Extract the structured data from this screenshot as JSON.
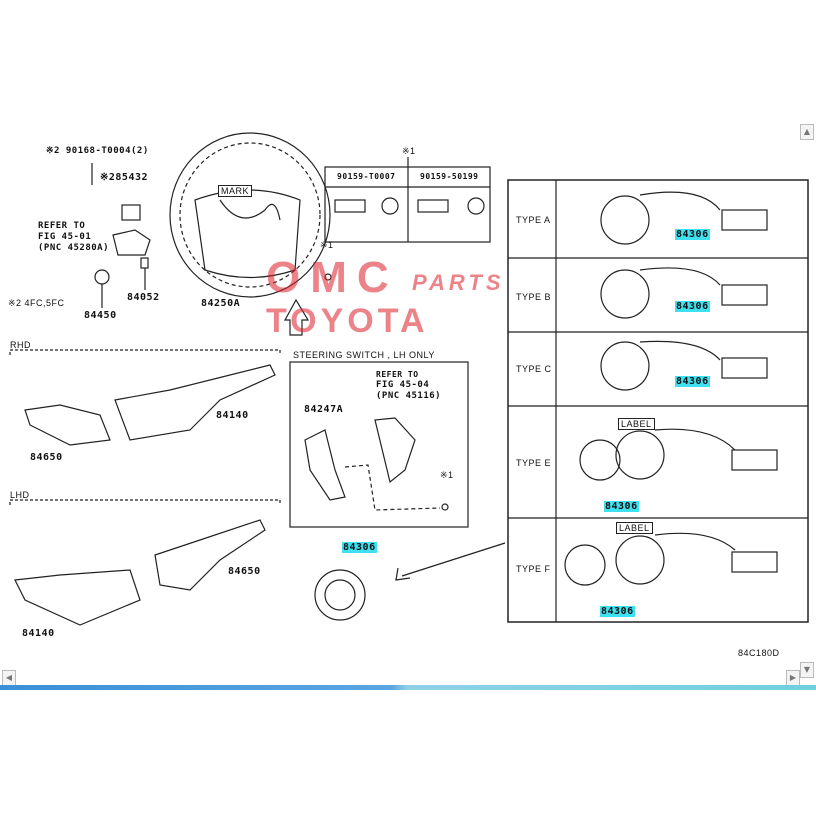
{
  "labels": {
    "bolt_top": "※2 90168-T0004(2)",
    "part_285432": "※285432",
    "refer1": [
      "REFER TO",
      "FIG 45-01",
      "(PNC 45280A)"
    ],
    "note_4fc": "※2 4FC,5FC",
    "part_84450": "84450",
    "part_84052": "84052",
    "mark": "MARK",
    "part_84250a": "84250A",
    "note1": "※1",
    "screw_table": [
      "90159-T0007",
      "90159-50199"
    ],
    "rhd": "RHD",
    "lhd": "LHD",
    "part_84140": "84140",
    "part_84650": "84650",
    "steering_switch": "STEERING SWITCH , LH ONLY",
    "refer2": [
      "REFER TO",
      "FIG 45-04",
      "(PNC 45116)"
    ],
    "part_84247a": "84247A",
    "part_84306": "84306",
    "label_tag": "LABEL",
    "figure_code": "84C180D"
  },
  "types": [
    "TYPE A",
    "TYPE B",
    "TYPE C",
    "TYPE E",
    "TYPE F"
  ],
  "watermark": [
    "OMC",
    "TOYOTA",
    "PARTS"
  ],
  "colors": {
    "highlight": "#3fe0f0",
    "watermark": "#dc1e28",
    "progress": "#4aa3e0"
  }
}
